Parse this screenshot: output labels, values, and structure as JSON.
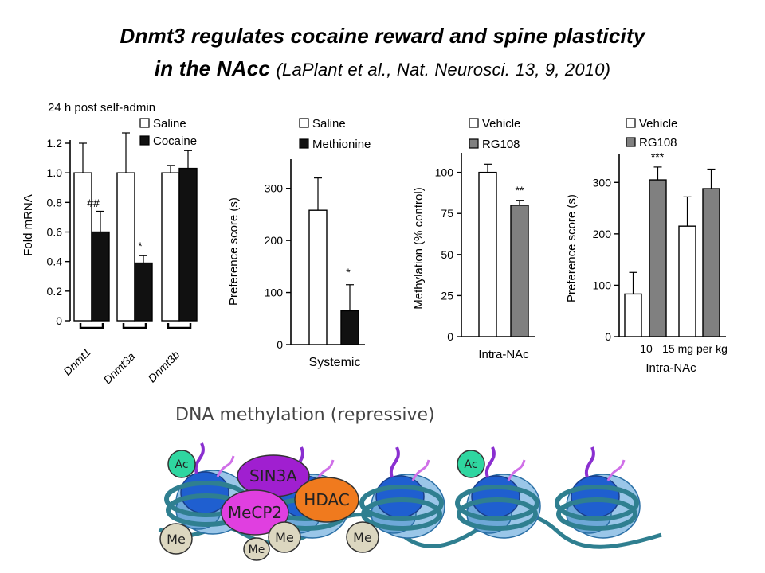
{
  "title": {
    "line1": "Dnmt3 regulates cocaine reward and spine plasticity",
    "line2_main": "in the NAcc",
    "line2_cite": "(LaPlant et al., Nat. Neurosci. 13, 9, 2010)"
  },
  "colors": {
    "open_bar": "#ffffff",
    "filled_bar": "#111111",
    "grey_bar": "#808080",
    "ac": "#2fd6a0",
    "sin3a": "#a01fd0",
    "mecp2": "#e03fe0",
    "hdac": "#f07a1e",
    "me": "#dcd7c0",
    "nucleosome": "#2f7f90",
    "histone_blue": "#1f5fd0"
  },
  "chart_data": [
    {
      "type": "bar",
      "title": "24 h post self-admin",
      "categories": [
        "Dnmt1",
        "Dnmt3a",
        "Dnmt3b"
      ],
      "ylabel": "Fold mRNA",
      "ylim": [
        0,
        1.2
      ],
      "yticks": [
        "0",
        "0.2",
        "0.4",
        "0.6",
        "0.8",
        "1.0",
        "1.2"
      ],
      "series": [
        {
          "name": "Saline",
          "values": [
            1.0,
            1.0,
            1.0
          ],
          "errors": [
            0.2,
            0.27,
            0.05
          ]
        },
        {
          "name": "Cocaine",
          "values": [
            0.6,
            0.39,
            1.03
          ],
          "errors": [
            0.14,
            0.05,
            0.12
          ]
        }
      ],
      "annotations": [
        "##",
        "*"
      ],
      "legend": "top-right"
    },
    {
      "type": "bar",
      "categories": [
        "Systemic"
      ],
      "ylabel": "Preference score (s)",
      "ylim": [
        0,
        350
      ],
      "yticks": [
        "0",
        "100",
        "200",
        "300"
      ],
      "series": [
        {
          "name": "Saline",
          "values": [
            258
          ],
          "errors": [
            62
          ]
        },
        {
          "name": "Methionine",
          "values": [
            65
          ],
          "errors": [
            50
          ]
        }
      ],
      "annotations": [
        "*"
      ],
      "legend": "top"
    },
    {
      "type": "bar",
      "categories": [
        "Intra-NAc"
      ],
      "ylabel": "Methylation (% control)",
      "ylim": [
        0,
        110
      ],
      "yticks": [
        "0",
        "25",
        "50",
        "75",
        "100"
      ],
      "series": [
        {
          "name": "Vehicle",
          "values": [
            100
          ],
          "errors": [
            5
          ]
        },
        {
          "name": "RG108",
          "values": [
            80
          ],
          "errors": [
            3
          ]
        }
      ],
      "annotations": [
        "**"
      ],
      "legend": "top"
    },
    {
      "type": "bar",
      "categories": [
        "10",
        "15 mg per kg"
      ],
      "xlabel": "Intra-NAc",
      "ylabel": "Preference score (s)",
      "ylim": [
        0,
        350
      ],
      "yticks": [
        "0",
        "100",
        "200",
        "300"
      ],
      "series": [
        {
          "name": "Vehicle",
          "values": [
            83,
            215
          ],
          "errors": [
            42,
            57
          ]
        },
        {
          "name": "RG108",
          "values": [
            305,
            288
          ],
          "errors": [
            25,
            38
          ]
        }
      ],
      "annotations": [
        "***"
      ],
      "legend": "top"
    }
  ],
  "diagram": {
    "heading": "DNA methylation (repressive)",
    "labels": {
      "ac": "Ac",
      "sin3a": "SIN3A",
      "mecp2": "MeCP2",
      "hdac": "HDAC",
      "me": "Me"
    }
  }
}
